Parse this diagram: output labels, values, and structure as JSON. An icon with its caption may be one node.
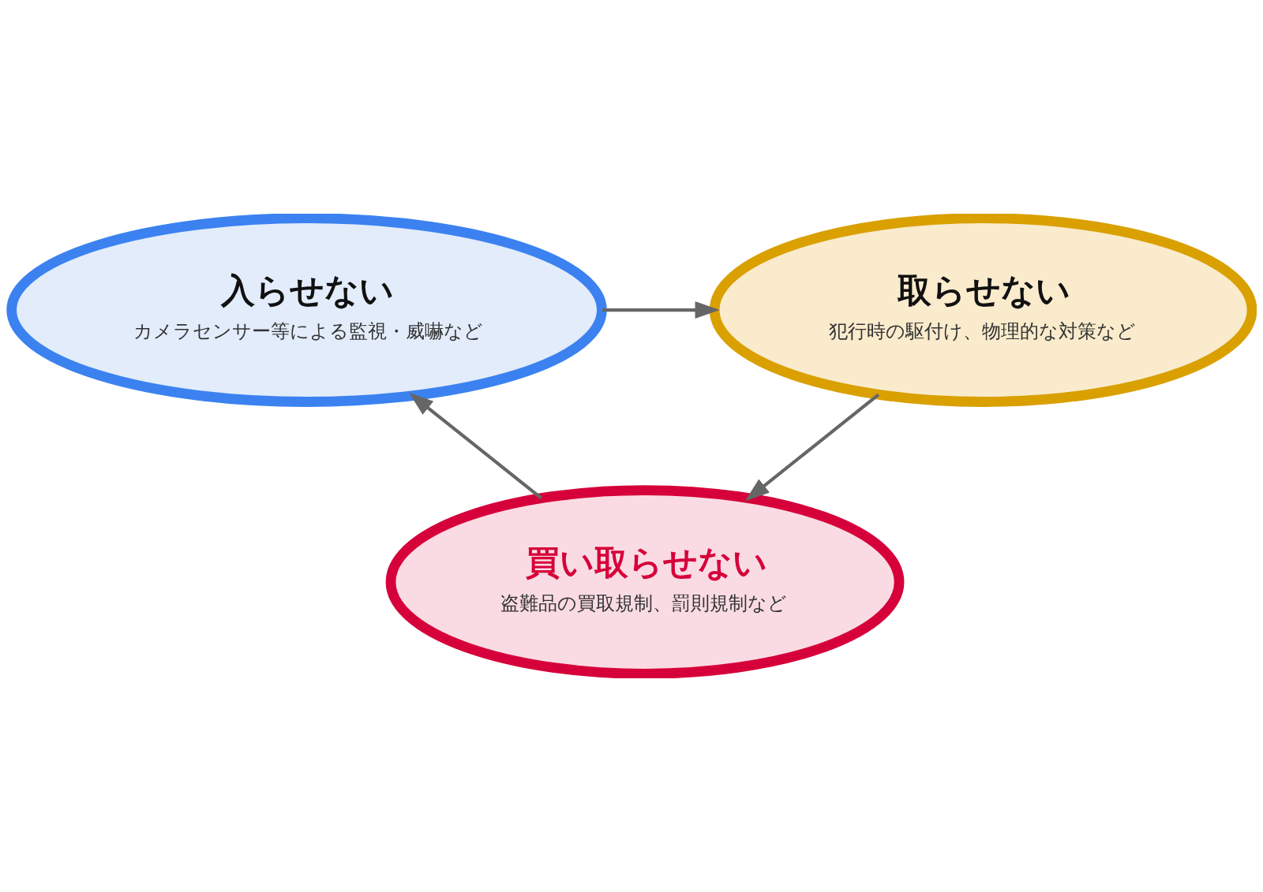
{
  "diagram": {
    "nodes": [
      {
        "text": [
          "入らせない",
          "カメラセンサー等による監視・威嚇など"
        ]
      },
      {
        "text": [
          "取らせない",
          "犯行時の駆付け、物理的な対策など"
        ]
      },
      {
        "text": [
          "買い取らせない",
          "盗難品の買取規制、罰則規制など"
        ]
      }
    ],
    "edges": [
      {
        "from": 0,
        "to": 1,
        "arrow": "to"
      },
      {
        "from": 1,
        "to": 2,
        "arrow": "to"
      },
      {
        "from": 2,
        "to": 0,
        "arrow": "to"
      }
    ]
  }
}
